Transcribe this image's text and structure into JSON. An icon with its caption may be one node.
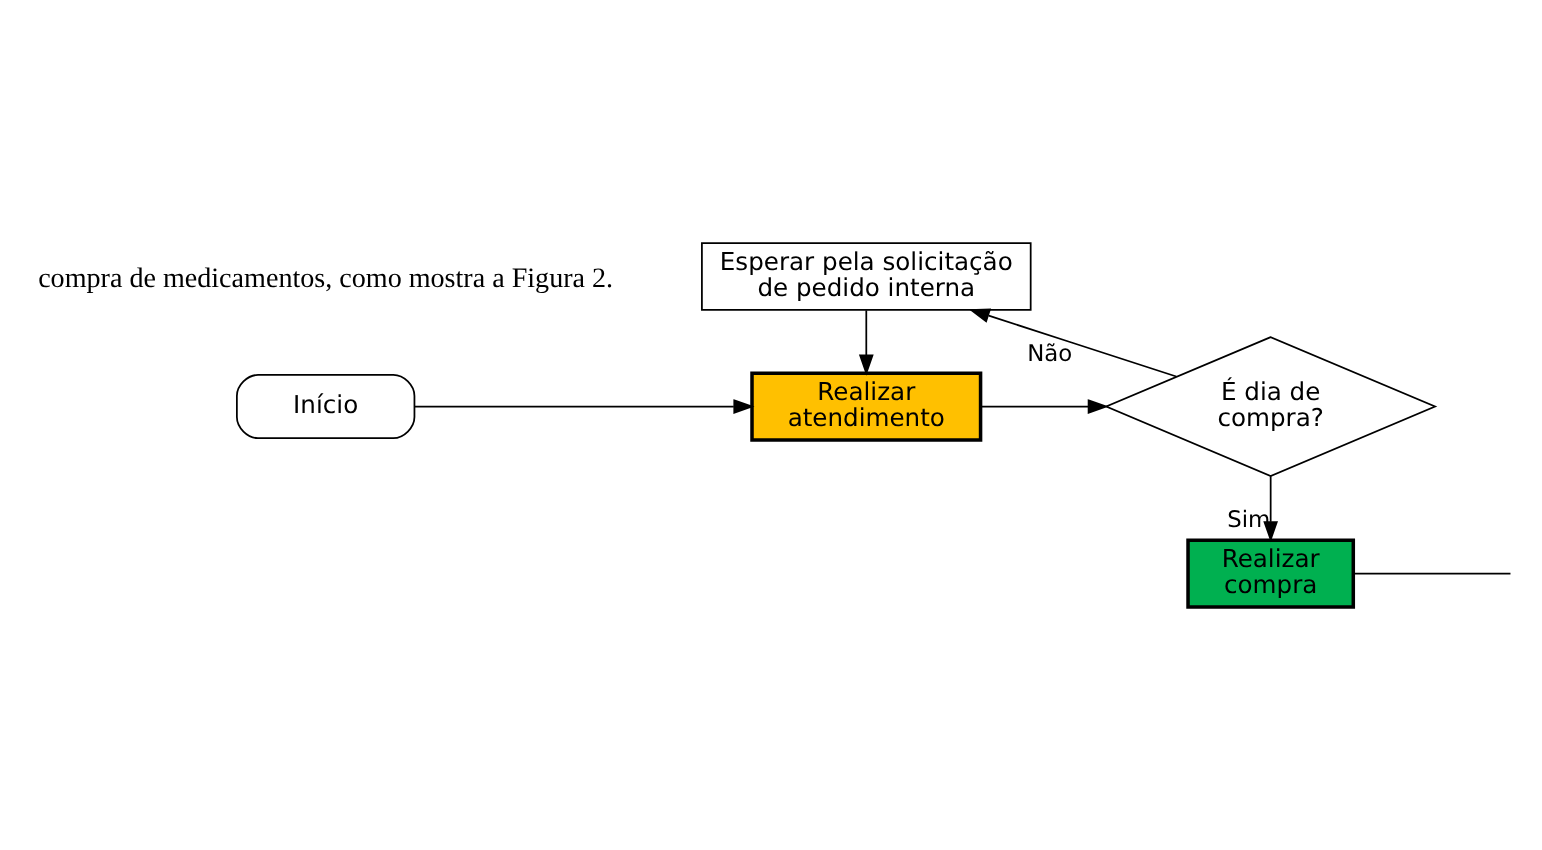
{
  "diagram": {
    "nodes": [
      {
        "text": [
          "Esperar pela solicitação de pedido interna"
        ]
      },
      {
        "text": [
          "Início"
        ]
      },
      {
        "text": [
          "Realizar atendimento"
        ]
      },
      {
        "text": [
          "É dia de compra?"
        ]
      },
      {
        "text": [
          "Realizar compra"
        ]
      }
    ],
    "edges": [
      {
        "from": 1,
        "to": 2,
        "arrow": "to"
      },
      {
        "from": 0,
        "to": 2,
        "arrow": "to"
      },
      {
        "from": 2,
        "to": 3,
        "arrow": "to"
      },
      {
        "from": 3,
        "to": 0,
        "arrow": "to",
        "label": "Não"
      },
      {
        "from": 3,
        "to": 4,
        "arrow": "to",
        "label": "Sim"
      },
      {
        "from": 4,
        "to": null,
        "arrow": "none"
      }
    ],
    "labels": [
      "compra de medicamentos, como mostra a Figura 2."
    ]
  }
}
